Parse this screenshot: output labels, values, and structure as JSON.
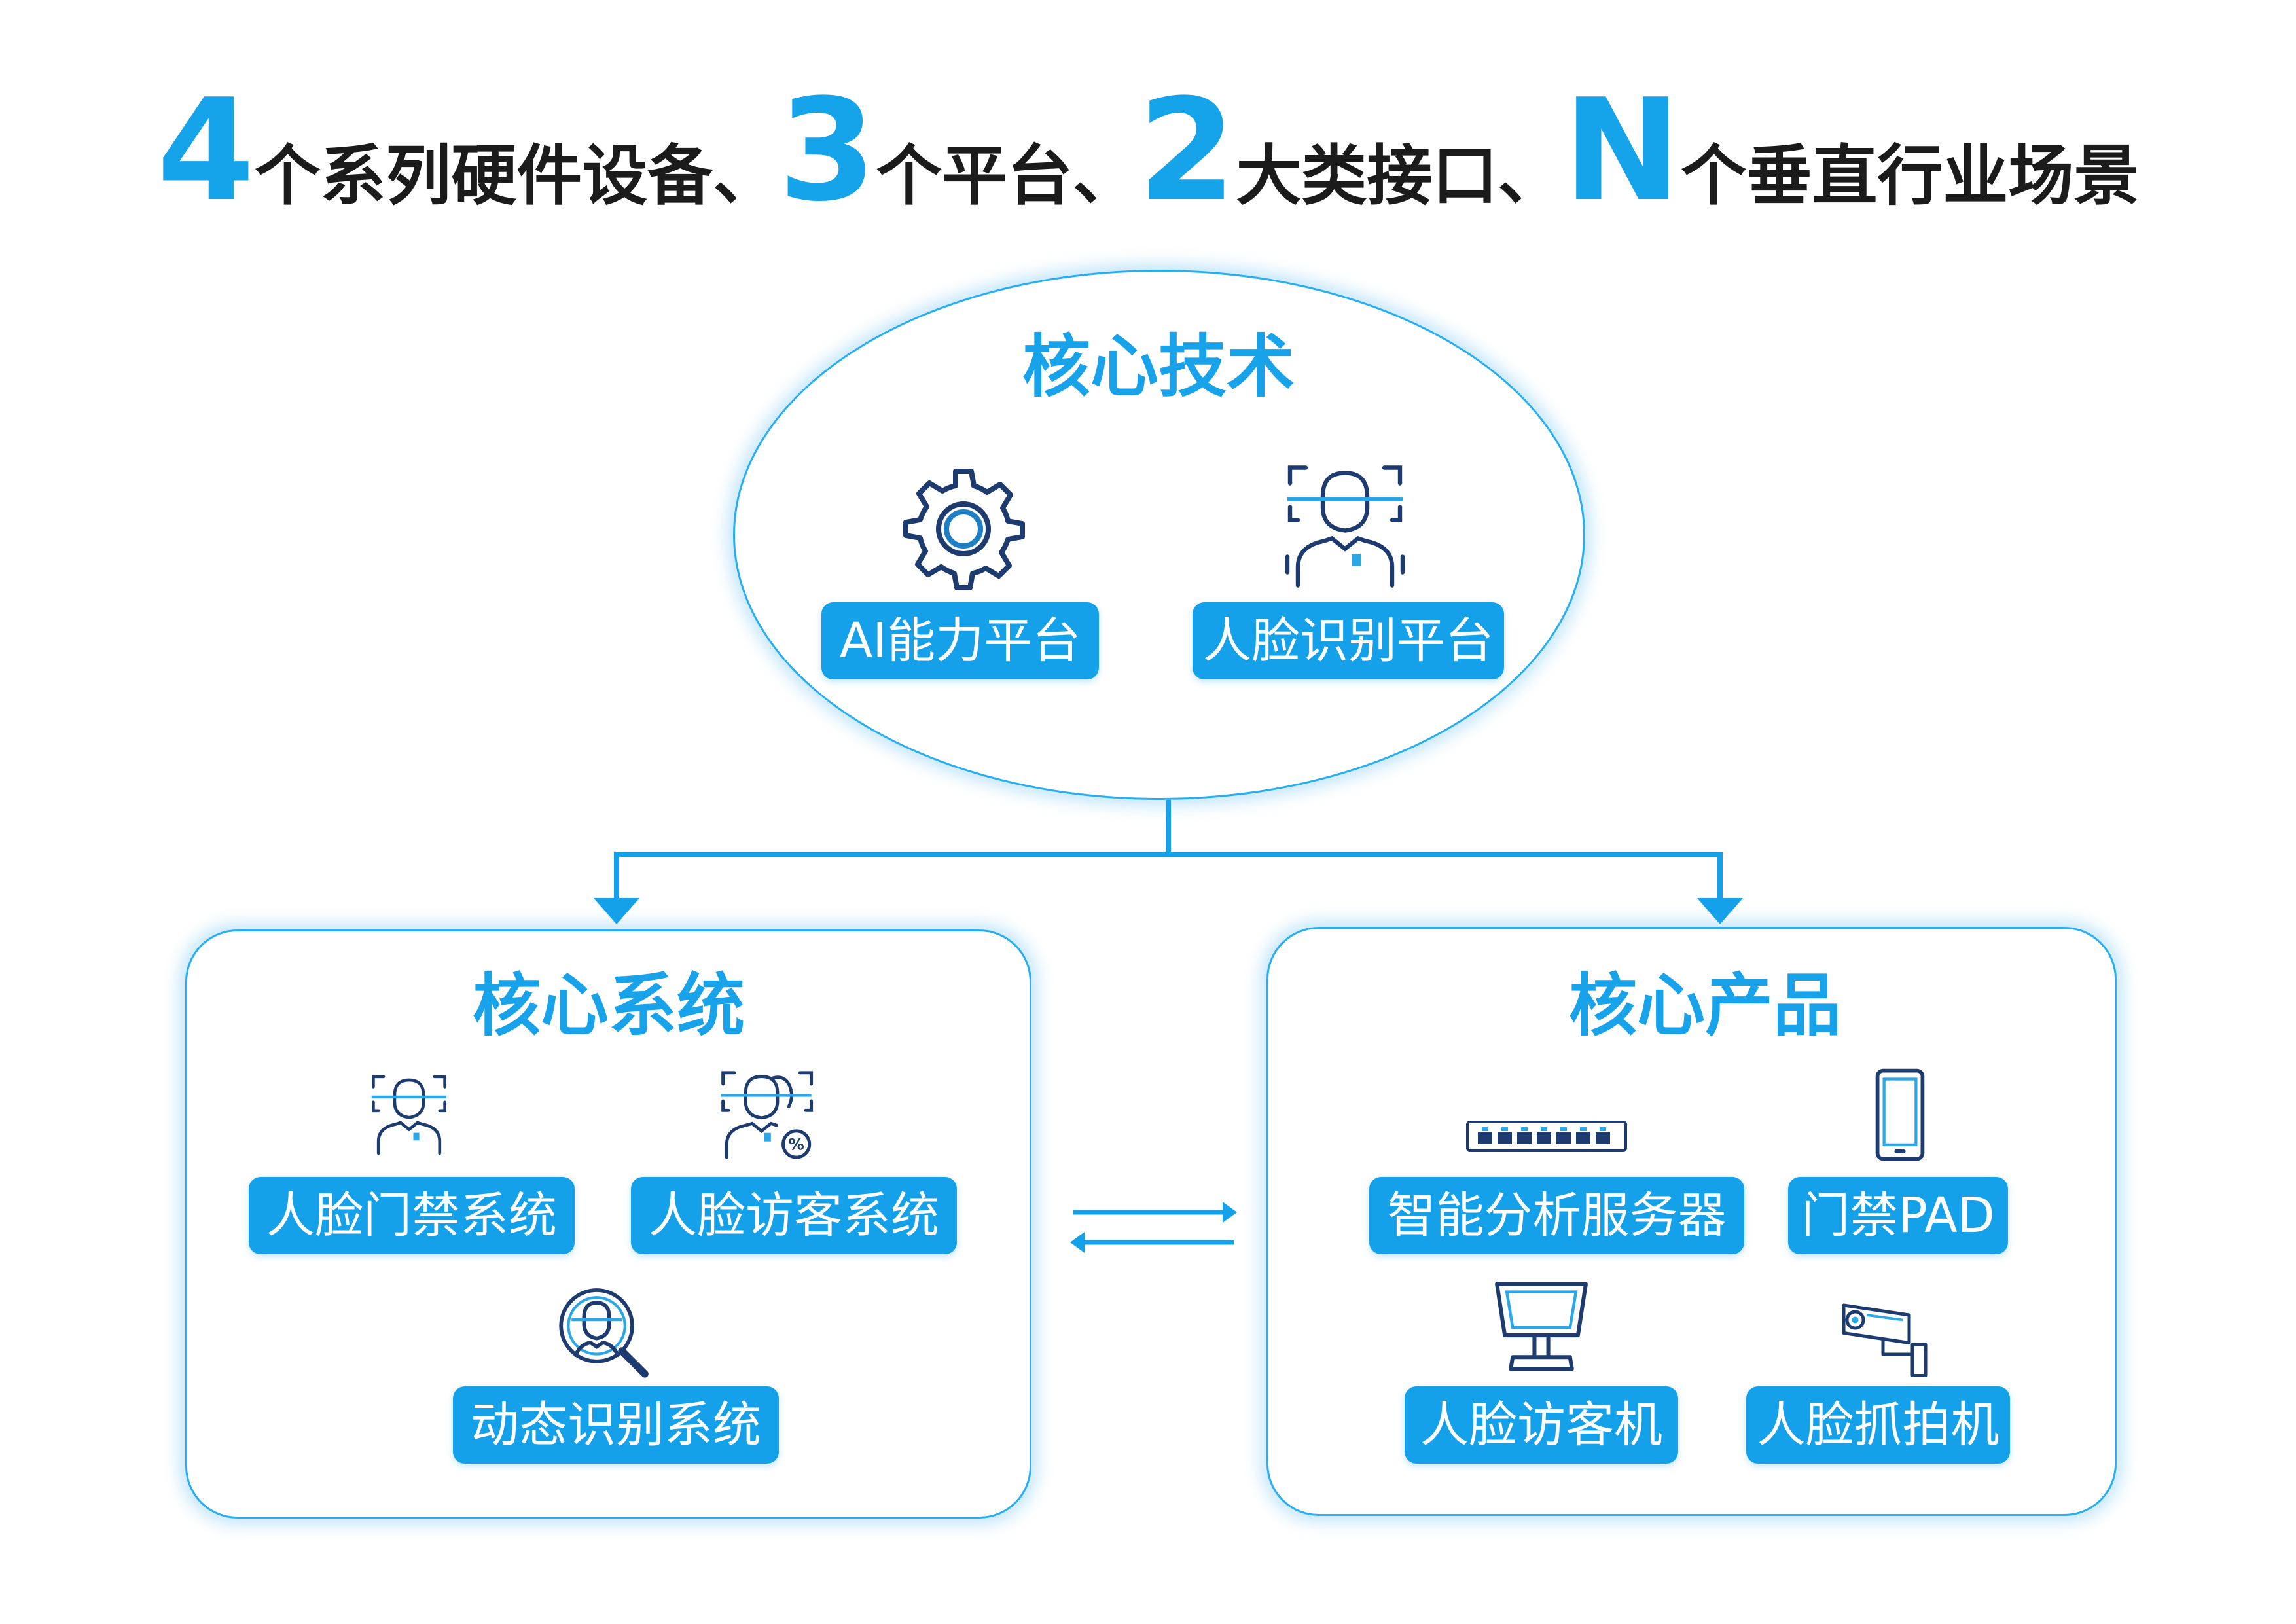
{
  "headline": {
    "n1": "4",
    "t1": "个系列硬件设备、",
    "n2": "3",
    "t2": "个平台、",
    "n3": "2",
    "t3": "大类接口、",
    "n4": "N",
    "t4": "个垂直行业场景"
  },
  "core_tech": {
    "title": "核心技术",
    "items": [
      {
        "label": "AI能力平台",
        "icon": "gear-icon"
      },
      {
        "label": "人脸识别平台",
        "icon": "face-scan-icon"
      }
    ]
  },
  "core_system": {
    "title": "核心系统",
    "items": [
      {
        "label": "人脸门禁系统",
        "icon": "face-scan-icon"
      },
      {
        "label": "人脸访客系统",
        "icon": "face-visitor-icon"
      },
      {
        "label": "动态识别系统",
        "icon": "face-search-icon"
      }
    ]
  },
  "core_product": {
    "title": "核心产品",
    "items": [
      {
        "label": "智能分析服务器",
        "icon": "server-icon"
      },
      {
        "label": "门禁PAD",
        "icon": "tablet-icon"
      },
      {
        "label": "人脸访客机",
        "icon": "kiosk-icon"
      },
      {
        "label": "人脸抓拍机",
        "icon": "camera-icon"
      }
    ]
  },
  "colors": {
    "accent": "#15a1ea",
    "icon_stroke": "#1d3b6e",
    "text_dark": "#1b1b1b"
  }
}
